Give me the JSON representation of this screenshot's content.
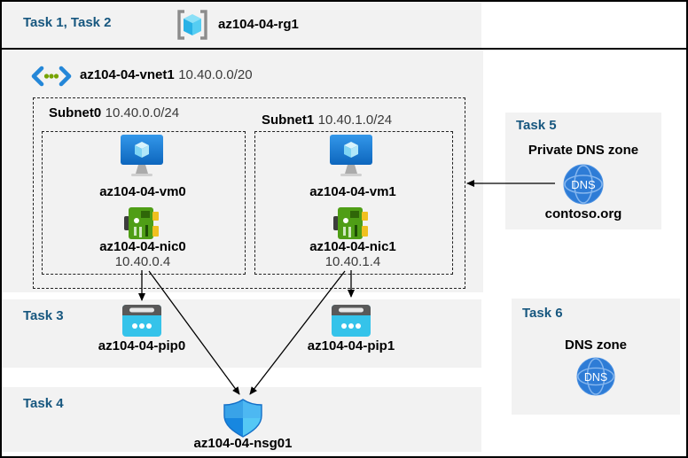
{
  "header": {
    "label": "Task 1, Task 2",
    "resource_group": "az104-04-rg1"
  },
  "vnet": {
    "name": "az104-04-vnet1",
    "cidr": "10.40.0.0/20",
    "subnets": [
      {
        "name": "Subnet0",
        "cidr": "10.40.0.0/24",
        "vm": "az104-04-vm0",
        "nic": "az104-04-nic0",
        "ip": "10.40.0.4"
      },
      {
        "name": "Subnet1",
        "cidr": "10.40.1.0/24",
        "vm": "az104-04-vm1",
        "nic": "az104-04-nic1",
        "ip": "10.40.1.4"
      }
    ]
  },
  "task3": {
    "label": "Task 3",
    "pip0": "az104-04-pip0",
    "pip1": "az104-04-pip1"
  },
  "task4": {
    "label": "Task 4",
    "nsg": "az104-04-nsg01"
  },
  "task5": {
    "label": "Task 5",
    "title": "Private DNS zone",
    "zone_name": "contoso.org"
  },
  "task6": {
    "label": "Task 6",
    "title": "DNS zone"
  },
  "misc": {
    "dns_icon_text": "DNS"
  },
  "icons": {
    "resource_group": "resource-group-icon",
    "virtual_network": "virtual-network-icon",
    "virtual_machine": "virtual-machine-icon",
    "network_interface": "network-interface-icon",
    "public_ip": "public-ip-icon",
    "dns": "dns-globe-icon",
    "network_security_group": "nsg-shield-icon"
  },
  "colors": {
    "task_label_blue": "#17577f",
    "panel_gray": "#f2f2f2",
    "arrow_black": "#000000",
    "vm_blue": "#1878d4",
    "nic_green": "#4f9e16",
    "pip_cyan": "#35c3ea",
    "dns_blue": "#2e7cd6",
    "nsg_blue": "#2f9ce8"
  }
}
